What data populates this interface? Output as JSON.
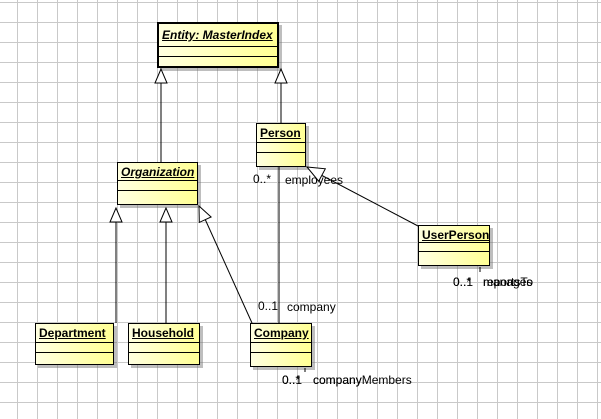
{
  "diagram": {
    "type": "uml-class-diagram",
    "classes": [
      {
        "name": "Entity: MasterIndex",
        "abstract": true
      },
      {
        "name": "Organization",
        "abstract": true
      },
      {
        "name": "Person",
        "abstract": false
      },
      {
        "name": "UserPerson",
        "abstract": false
      },
      {
        "name": "Department",
        "abstract": false
      },
      {
        "name": "Household",
        "abstract": false
      },
      {
        "name": "Company",
        "abstract": false
      }
    ],
    "associations": {
      "person_company": {
        "person_end_mult": "0..*",
        "person_end_role": "employees",
        "company_end_mult": "0..1",
        "company_end_role": "company"
      },
      "userperson_overlapping_labels": {
        "mult_1": "0..1",
        "mult_2": "0..*",
        "role_1": "manages",
        "role_2": "reportsTo"
      },
      "company_overlapping_labels": {
        "mult_1": "0..1",
        "mult_2": "0..*",
        "role_1": "company",
        "role_2": "companyMembers"
      }
    },
    "colors": {
      "background": "#ffffff",
      "grid": "#c9c9c9",
      "border": "#000000",
      "class_fill_light": "#ffffe0",
      "class_fill_dark": "#ffff94",
      "shadow": "#9a9a9a"
    }
  }
}
